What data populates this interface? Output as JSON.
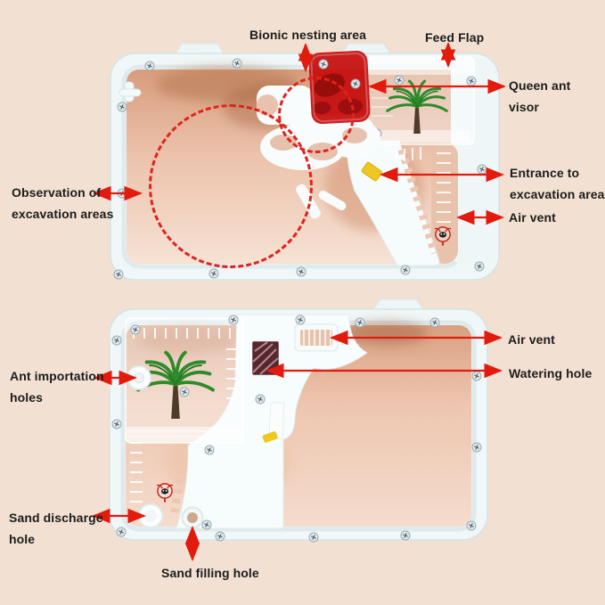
{
  "page": {
    "background_color": "#f2e1d2"
  },
  "annotations": {
    "arrow_color": "#e31a0e",
    "dashed_circle_color": "#e0241c",
    "text_color": "#1c1c1c",
    "labels": [
      {
        "id": "bionic-nesting-area",
        "text": "Bionic nesting area"
      },
      {
        "id": "feed-flap",
        "text": "Feed Flap"
      },
      {
        "id": "queen-ant-visor",
        "text": "Queen ant\nvisor"
      },
      {
        "id": "observation-of-excavation-areas",
        "text": "Observation of\nexcavation areas"
      },
      {
        "id": "entrance-to-excavation-area",
        "text": "Entrance to\nexcavation area"
      },
      {
        "id": "air-vent-top",
        "text": "Air vent"
      },
      {
        "id": "air-vent-bottom",
        "text": "Air vent"
      },
      {
        "id": "watering-hole",
        "text": "Watering hole"
      },
      {
        "id": "ant-importation-holes",
        "text": "Ant importation\nholes"
      },
      {
        "id": "sand-discharge-hole",
        "text": "Sand discharge\nhole"
      },
      {
        "id": "sand-filling-hole",
        "text": "Sand filling hole"
      }
    ]
  },
  "palette": {
    "frame_white": "#f0f7f8",
    "sand_dark": "#d89c7c",
    "sand_light": "#f6e2d4",
    "visor_red": "#c60d0d",
    "palm_green": "#2e8b2b",
    "plug_yellow": "#eec81f",
    "grate_maroon": "#56262e",
    "brand_mark_red": "#c2231b"
  }
}
